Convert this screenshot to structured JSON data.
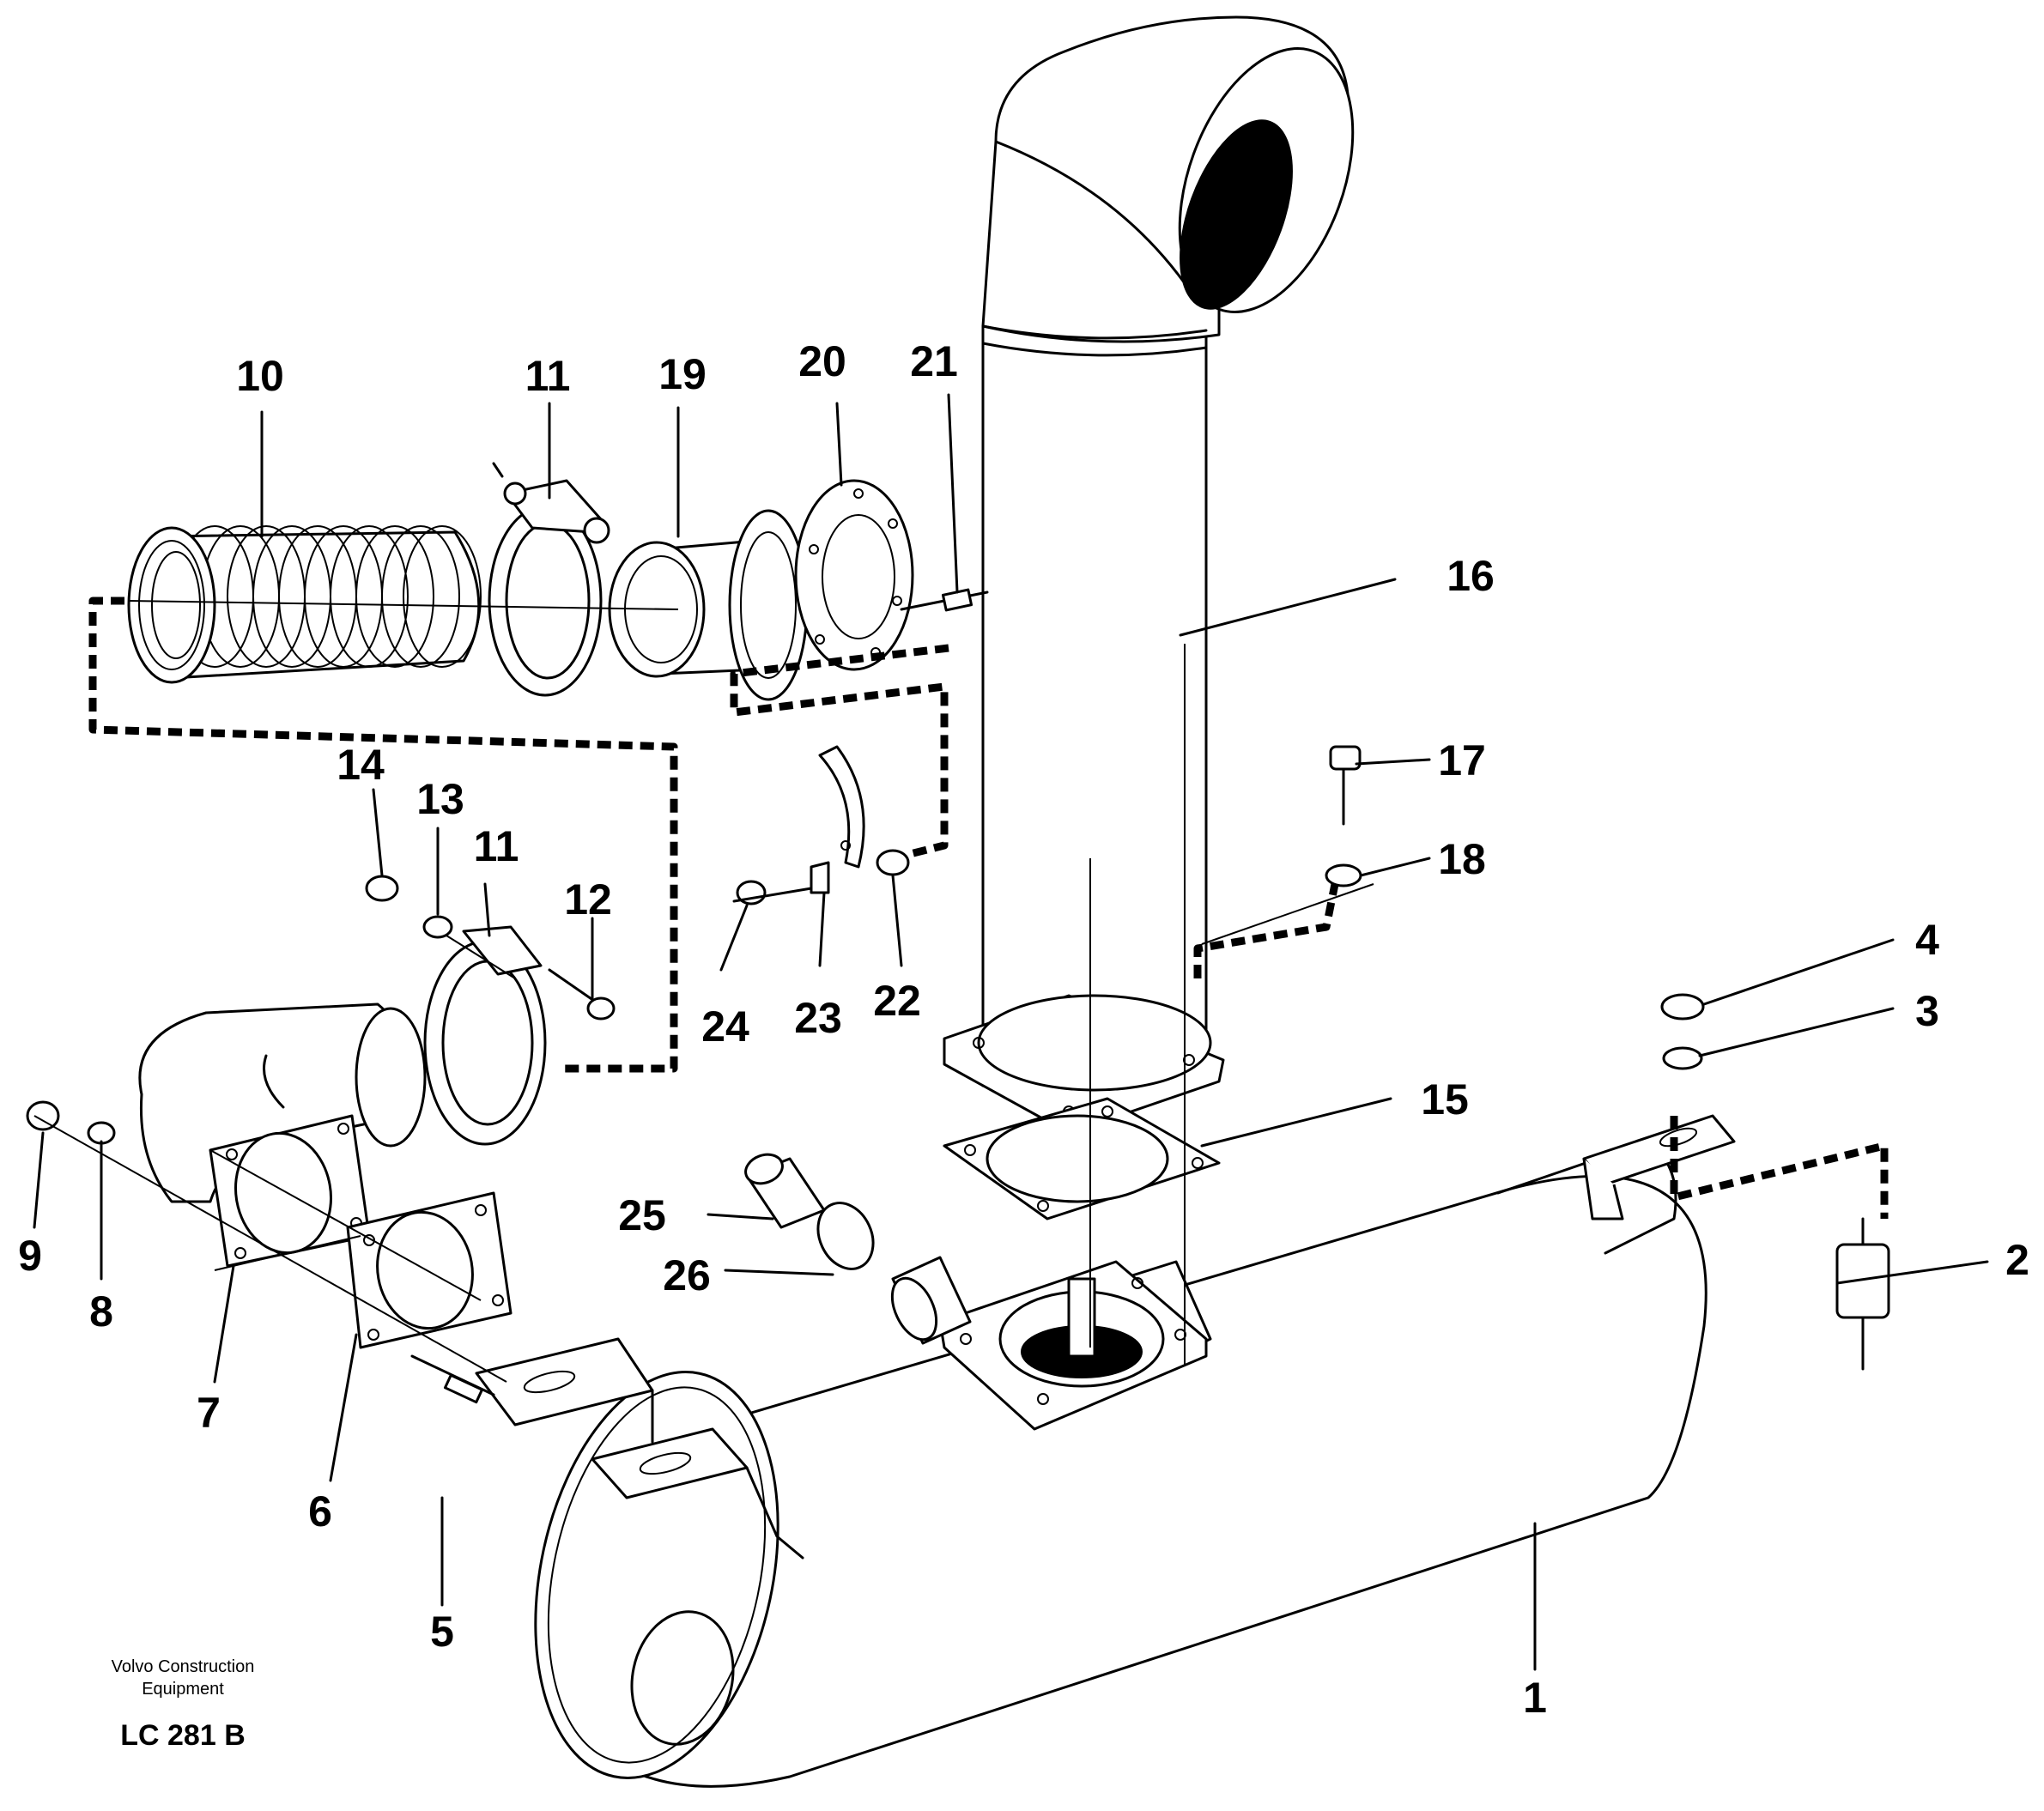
{
  "labels": {
    "l1": "1",
    "l2": "2",
    "l3": "3",
    "l4": "4",
    "l5": "5",
    "l6": "6",
    "l7": "7",
    "l8": "8",
    "l9": "9",
    "l10": "10",
    "l11a": "11",
    "l11b": "11",
    "l12": "12",
    "l13": "13",
    "l14": "14",
    "l15": "15",
    "l16": "16",
    "l17": "17",
    "l18": "18",
    "l19": "19",
    "l20": "20",
    "l21": "21",
    "l22": "22",
    "l23": "23",
    "l24": "24",
    "l25": "25",
    "l26": "26"
  },
  "caption": {
    "company_line1": "Volvo Construction",
    "company_line2": "Equipment",
    "code": "LC 281 B"
  }
}
